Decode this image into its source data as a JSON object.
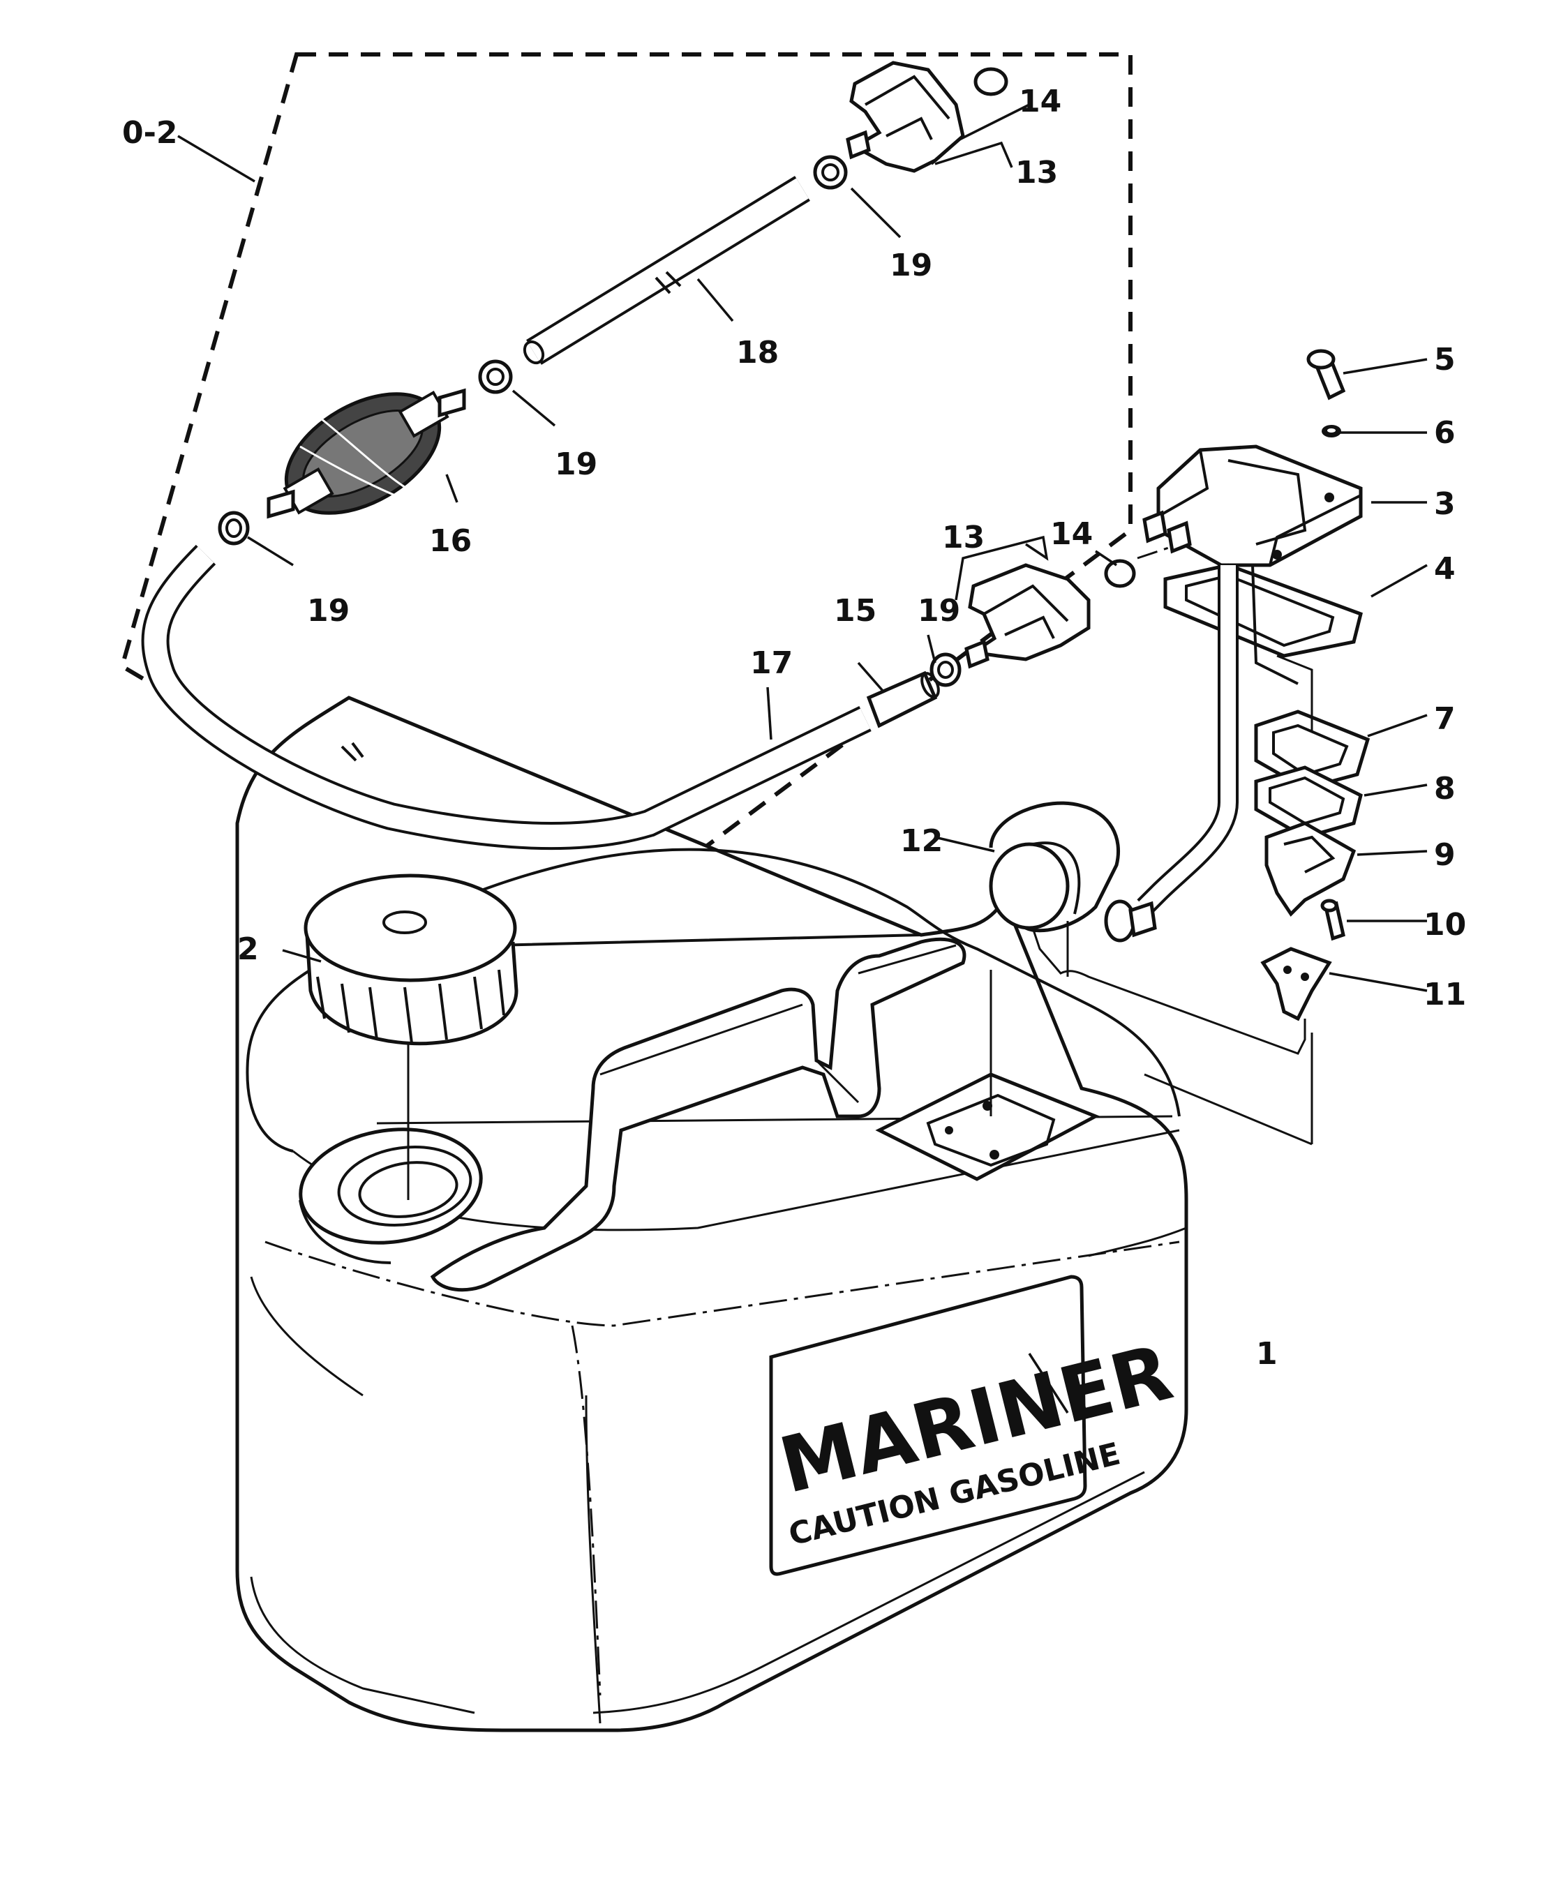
{
  "kit_label": "0-2",
  "decal": {
    "brand": "MARINER",
    "caution": "CAUTION GASOLINE"
  },
  "callouts": [
    {
      "id": "c1",
      "text": "1"
    },
    {
      "id": "c2",
      "text": "2"
    },
    {
      "id": "c3",
      "text": "3"
    },
    {
      "id": "c4",
      "text": "4"
    },
    {
      "id": "c5",
      "text": "5"
    },
    {
      "id": "c6",
      "text": "6"
    },
    {
      "id": "c7",
      "text": "7"
    },
    {
      "id": "c8",
      "text": "8"
    },
    {
      "id": "c9",
      "text": "9"
    },
    {
      "id": "c10",
      "text": "10"
    },
    {
      "id": "c11",
      "text": "11"
    },
    {
      "id": "c12",
      "text": "12"
    },
    {
      "id": "c13a",
      "text": "13"
    },
    {
      "id": "c13b",
      "text": "13"
    },
    {
      "id": "c14a",
      "text": "14"
    },
    {
      "id": "c14b",
      "text": "14"
    },
    {
      "id": "c15",
      "text": "15"
    },
    {
      "id": "c16",
      "text": "16"
    },
    {
      "id": "c17",
      "text": "17"
    },
    {
      "id": "c18",
      "text": "18"
    },
    {
      "id": "c19a",
      "text": "19"
    },
    {
      "id": "c19b",
      "text": "19"
    },
    {
      "id": "c19c",
      "text": "19"
    },
    {
      "id": "c19d",
      "text": "19"
    }
  ]
}
